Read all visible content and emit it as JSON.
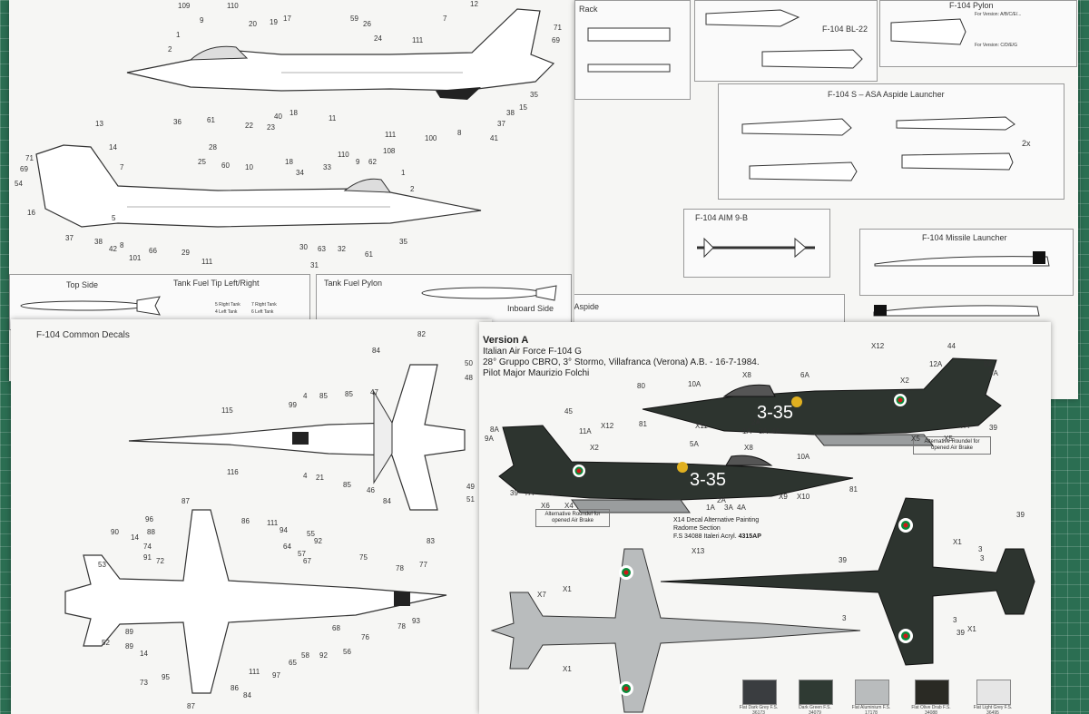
{
  "sheet_top": {
    "top_side": "Top Side",
    "tank_tip": "Tank Fuel Tip Left/Right",
    "tank_tip_notes": [
      "5 Right Tank",
      "7 Right Tank",
      "4 Left Tank",
      "6 Left Tank"
    ],
    "tank_pylon": "Tank Fuel Pylon",
    "inboard_side": "Inboard Side",
    "rack": "Rack",
    "bl22": "F-104 BL-22",
    "pylon": "F-104 Pylon",
    "pylon_version_1": "For Version: A/B/C/E/...",
    "pylon_version_2": "For Version: C/D/E/G",
    "asa_aspide": "F-104 S – ASA Aspide Launcher",
    "two_x": "2x",
    "aim9b": "F-104 AIM 9-B",
    "missile_launcher": "F-104 Missile Launcher",
    "aspide": "/Aspide",
    "side_numbers_top": [
      "109",
      "9",
      "110",
      "20",
      "19",
      "17",
      "59",
      "26",
      "24",
      "111",
      "7",
      "12",
      "71",
      "69",
      "2",
      "1",
      "36",
      "61",
      "22",
      "23",
      "40",
      "18",
      "11",
      "111",
      "100",
      "8",
      "41",
      "37",
      "38",
      "15",
      "35"
    ],
    "side_numbers_bottom": [
      "13",
      "14",
      "71",
      "69",
      "54",
      "16",
      "37",
      "38",
      "42",
      "8",
      "101",
      "66",
      "29",
      "111",
      "25",
      "28",
      "60",
      "10",
      "18",
      "34",
      "33",
      "110",
      "9",
      "62",
      "108",
      "1",
      "2",
      "35",
      "61",
      "32",
      "63",
      "30",
      "31",
      "5",
      "7"
    ]
  },
  "sheet_common": {
    "title": "F-104 Common Decals",
    "numbers": [
      "84",
      "82",
      "50",
      "48",
      "115",
      "99",
      "4",
      "85",
      "47",
      "85",
      "116",
      "4",
      "21",
      "85",
      "46",
      "84",
      "49",
      "51",
      "83",
      "87",
      "86",
      "88",
      "96",
      "90",
      "53",
      "14",
      "74",
      "91",
      "72",
      "111",
      "94",
      "55",
      "92",
      "64",
      "57",
      "67",
      "75",
      "78",
      "77",
      "52",
      "89",
      "73",
      "95",
      "97",
      "65",
      "58",
      "92",
      "56",
      "68",
      "76",
      "78",
      "93",
      "89",
      "14",
      "111",
      "86",
      "84",
      "87"
    ]
  },
  "sheet_version": {
    "heading": "Version A",
    "line1": "Italian Air Force F-104 G",
    "line2": "28° Gruppo CBRO, 3° Stormo, Villafranca (Verona) A.B. - 16-7-1984.",
    "line3": "Pilot Major Maurizio Folchi",
    "code": "3-35",
    "alt_roundel": "Alternative Roundel for opened Air Brake",
    "x14_note": "X14 Decal Alternative Painting Radome Section",
    "fs_note": "F.S 34088 Italeri Acryl.",
    "fs_code": "4315AP",
    "labels": [
      "X12",
      "44",
      "8A",
      "12A",
      "9A",
      "X2",
      "X8",
      "6A",
      "10A",
      "80",
      "81",
      "X11",
      "2A",
      "1A",
      "3A",
      "4A",
      "X5",
      "X5",
      "7A",
      "39",
      "45",
      "8A",
      "11A",
      "X12",
      "9A",
      "X2",
      "5A",
      "X8",
      "10A",
      "39",
      "7A",
      "39",
      "X6",
      "X4",
      "2A",
      "1A",
      "3A",
      "4A",
      "X9",
      "X10",
      "81",
      "X13",
      "X1",
      "X7",
      "X1",
      "39",
      "X1",
      "3",
      "3",
      "39",
      "3",
      "X1",
      "3",
      "39"
    ],
    "colors": [
      {
        "name": "Flat Dark Grey",
        "fs": "F.S. 36173",
        "hex": "#3a3d40"
      },
      {
        "name": "Dark Green",
        "fs": "F.S. 34079",
        "hex": "#2f3a33"
      },
      {
        "name": "Flat Aluminium",
        "fs": "F.S. 17178",
        "hex": "#b9bcbd"
      },
      {
        "name": "Flat Olive Drab",
        "fs": "F.S. 34088",
        "hex": "#2a2a24"
      },
      {
        "name": "Flat Light Grey",
        "fs": "F.S. 36495",
        "hex": "#e6e6e6"
      }
    ]
  }
}
